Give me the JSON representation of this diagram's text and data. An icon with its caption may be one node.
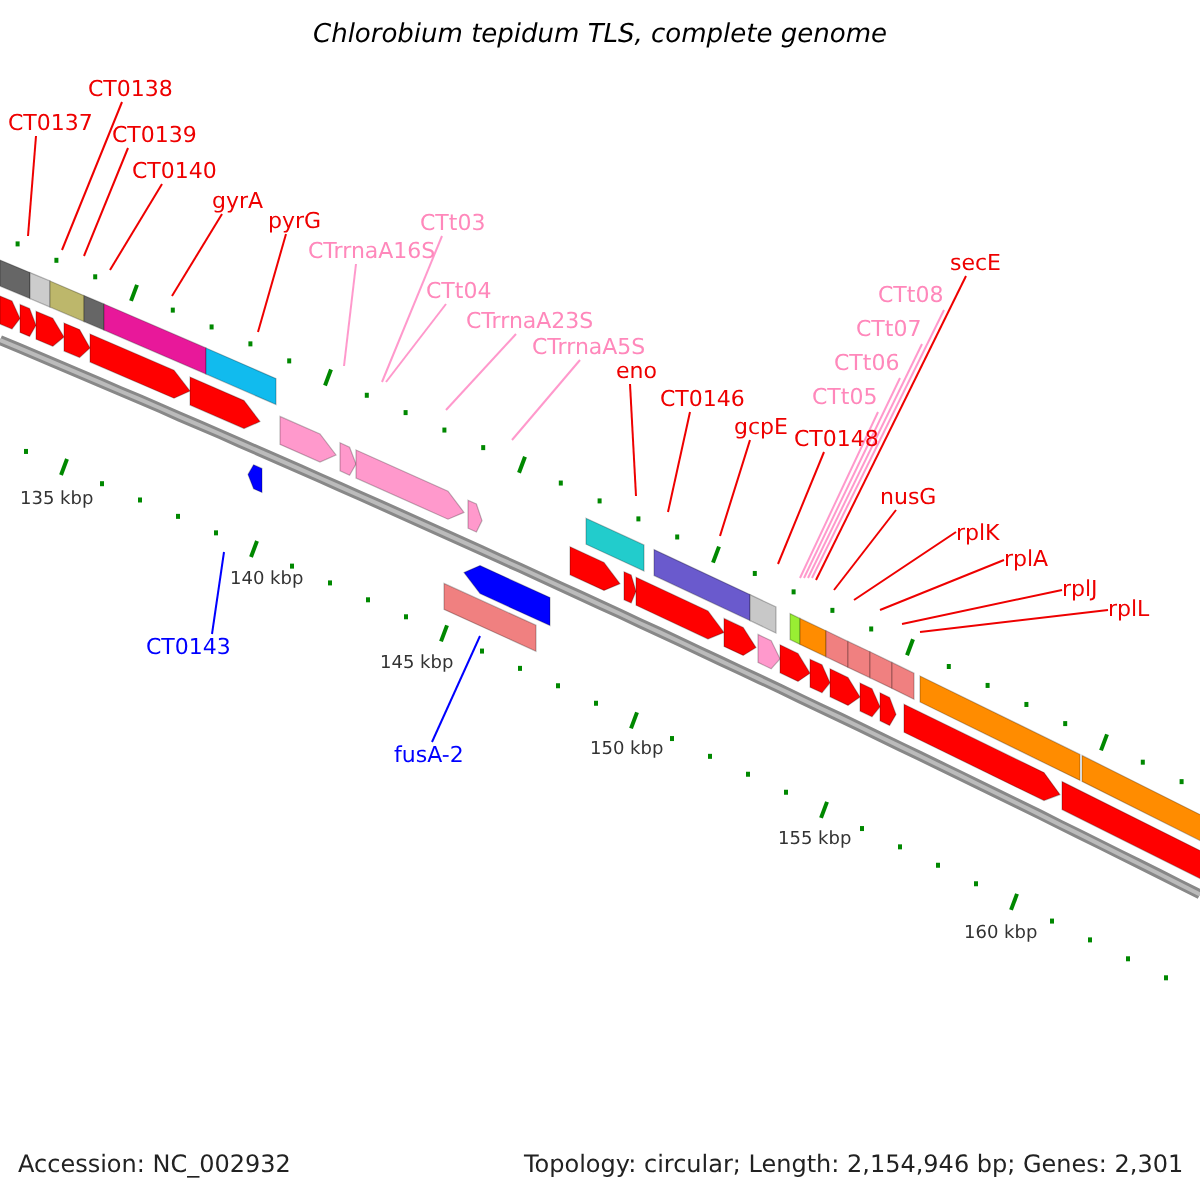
{
  "diagram": {
    "title": "Chlorobium tepidum TLS, complete genome",
    "nodes": [
      {
        "text": [
          "CT0137"
        ]
      },
      {
        "text": [
          "CT0138"
        ]
      },
      {
        "text": [
          "CT0139"
        ]
      },
      {
        "text": [
          "CT0140"
        ]
      },
      {
        "text": [
          "gyrA"
        ]
      },
      {
        "text": [
          "pyrG"
        ]
      },
      {
        "text": [
          "CTrrnaA16S"
        ]
      },
      {
        "text": [
          "CTt03"
        ]
      },
      {
        "text": [
          "CTt04"
        ]
      },
      {
        "text": [
          "CTrrnaA23S"
        ]
      },
      {
        "text": [
          "CTrrnaA5S"
        ]
      },
      {
        "text": [
          "eno"
        ]
      },
      {
        "text": [
          "CT0146"
        ]
      },
      {
        "text": [
          "gcpE"
        ]
      },
      {
        "text": [
          "CT0148"
        ]
      },
      {
        "text": [
          "secE"
        ]
      },
      {
        "text": [
          "CTt08"
        ]
      },
      {
        "text": [
          "CTt07"
        ]
      },
      {
        "text": [
          "CTt06"
        ]
      },
      {
        "text": [
          "CTt05"
        ]
      },
      {
        "text": [
          "nusG"
        ]
      },
      {
        "text": [
          "rplK"
        ]
      },
      {
        "text": [
          "rplA"
        ]
      },
      {
        "text": [
          "rplJ"
        ]
      },
      {
        "text": [
          "rplL"
        ]
      },
      {
        "text": [
          "CT0143"
        ]
      },
      {
        "text": [
          "fusA-2"
        ]
      }
    ],
    "edges": [
      {
        "from": 0,
        "to": null,
        "arrow": "none"
      },
      {
        "from": 1,
        "to": null,
        "arrow": "none"
      },
      {
        "from": 2,
        "to": null,
        "arrow": "none"
      },
      {
        "from": 3,
        "to": null,
        "arrow": "none"
      },
      {
        "from": 4,
        "to": null,
        "arrow": "none"
      },
      {
        "from": 5,
        "to": null,
        "arrow": "none"
      },
      {
        "from": 6,
        "to": null,
        "arrow": "none",
        "color": "#ff99cc"
      },
      {
        "from": 7,
        "to": null,
        "arrow": "none",
        "color": "#ff99cc"
      },
      {
        "from": 8,
        "to": null,
        "arrow": "none",
        "color": "#ff99cc"
      },
      {
        "from": 9,
        "to": null,
        "arrow": "none",
        "color": "#ff99cc"
      },
      {
        "from": 10,
        "to": null,
        "arrow": "none",
        "color": "#ff99cc"
      },
      {
        "from": 11,
        "to": null,
        "arrow": "none"
      },
      {
        "from": 12,
        "to": null,
        "arrow": "none"
      },
      {
        "from": 13,
        "to": null,
        "arrow": "none"
      },
      {
        "from": 14,
        "to": null,
        "arrow": "none"
      },
      {
        "from": 15,
        "to": null,
        "arrow": "none"
      },
      {
        "from": 16,
        "to": null,
        "arrow": "none",
        "color": "#ff99cc"
      },
      {
        "from": 17,
        "to": null,
        "arrow": "none",
        "color": "#ff99cc"
      },
      {
        "from": 18,
        "to": null,
        "arrow": "none",
        "color": "#ff99cc"
      },
      {
        "from": 19,
        "to": null,
        "arrow": "none",
        "color": "#ff99cc"
      },
      {
        "from": 20,
        "to": null,
        "arrow": "none"
      },
      {
        "from": 21,
        "to": null,
        "arrow": "none"
      },
      {
        "from": 22,
        "to": null,
        "arrow": "none"
      },
      {
        "from": 23,
        "to": null,
        "arrow": "none"
      },
      {
        "from": 24,
        "to": null,
        "arrow": "none"
      },
      {
        "from": 25,
        "to": null,
        "arrow": "none",
        "color": "#0000ff"
      },
      {
        "from": 26,
        "to": null,
        "arrow": "none",
        "color": "#0000ff"
      }
    ],
    "labels": [
      "135 kbp",
      "140 kbp",
      "145 kbp",
      "150 kbp",
      "155 kbp",
      "160 kbp",
      "Accession: NC_002932",
      "Topology: circular; Length: 2,154,946 bp; Genes: 2,301"
    ]
  }
}
